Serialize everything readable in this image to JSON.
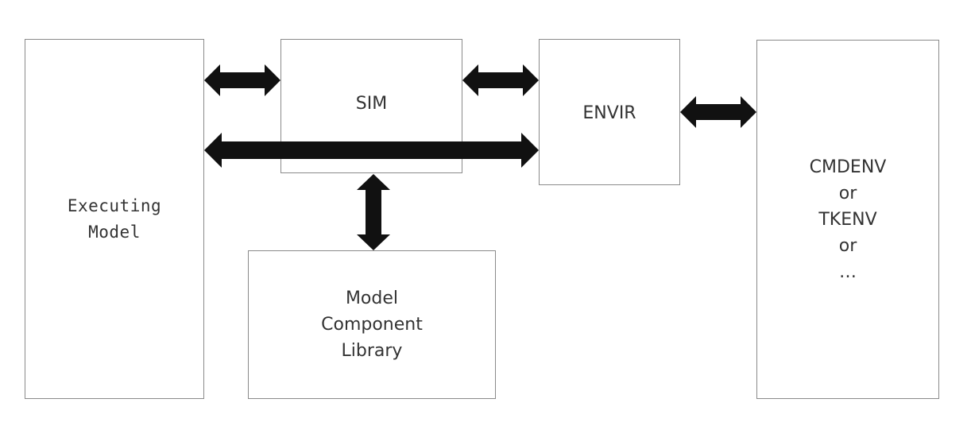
{
  "diagram": {
    "boxes": {
      "executing_model": {
        "line1": "Executing",
        "line2": "Model"
      },
      "sim": {
        "label": "SIM"
      },
      "envir": {
        "label": "ENVIR"
      },
      "model_component_library": {
        "line1": "Model",
        "line2": "Component",
        "line3": "Library"
      },
      "user_interface": {
        "line1": "CMDENV",
        "line2": "or",
        "line3": "TKENV",
        "line4": "or",
        "line5": "…"
      }
    },
    "connectors": [
      {
        "from": "executing_model",
        "to": "sim",
        "direction": "bidirectional"
      },
      {
        "from": "executing_model",
        "to": "envir",
        "direction": "bidirectional"
      },
      {
        "from": "sim",
        "to": "envir",
        "direction": "bidirectional"
      },
      {
        "from": "sim",
        "to": "model_component_library",
        "direction": "bidirectional"
      },
      {
        "from": "envir",
        "to": "user_interface",
        "direction": "bidirectional"
      }
    ],
    "colors": {
      "box_border": "#8a8a8a",
      "arrow_fill": "#111111",
      "text": "#333333",
      "background": "#ffffff"
    }
  }
}
